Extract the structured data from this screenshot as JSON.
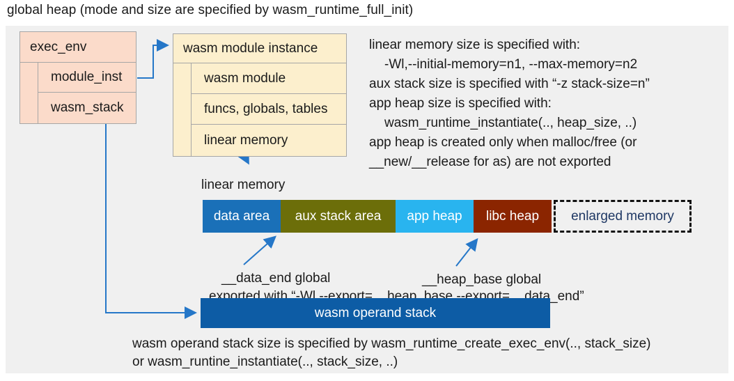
{
  "title": "global heap (mode and size are specified by wasm_runtime_full_init)",
  "exec_env": {
    "label": "exec_env",
    "children": [
      "module_inst",
      "wasm_stack"
    ]
  },
  "module_instance": {
    "label": "wasm module instance",
    "children": [
      "wasm module",
      "funcs, globals, tables",
      "linear memory"
    ]
  },
  "notes_right": {
    "lines": [
      "linear memory size is specified with:",
      "-Wl,--initial-memory=n1, --max-memory=n2",
      "aux stack size is specified with “-z stack-size=n”",
      "app heap size is specified with:",
      "wasm_runtime_instantiate(.., heap_size, ..)",
      "app heap is created only when malloc/free (or",
      "__new/__release for as) are not exported"
    ]
  },
  "linear_memory": {
    "label": "linear memory",
    "segments": [
      {
        "label": "data area",
        "color": "#1a70b8"
      },
      {
        "label": "aux stack area",
        "color": "#6c6e09"
      },
      {
        "label": "app heap",
        "color": "#29b4ef"
      },
      {
        "label": "libc heap",
        "color": "#8b2500"
      }
    ],
    "enlarged_label": "enlarged memory"
  },
  "globals": {
    "data_end": "__data_end global",
    "heap_base": "__heap_base global",
    "exported": "exported with “-Wl,--export=__heap_base,--export=__data_end”"
  },
  "operand_stack": {
    "label": "wasm operand stack"
  },
  "footer": {
    "lines": [
      "wasm operand stack size is specified by wasm_runtime_create_exec_env(.., stack_size)",
      "or wasm_runtine_instantiate(.., stack_size, ..)"
    ]
  },
  "colors": {
    "panel": "#f0f0f0",
    "pink": "#fbdbca",
    "cream": "#fcefcd",
    "border": "#a6a6a6",
    "arrow": "#2577c8",
    "navy": "#1f3864",
    "operand": "#0d5ca5"
  }
}
